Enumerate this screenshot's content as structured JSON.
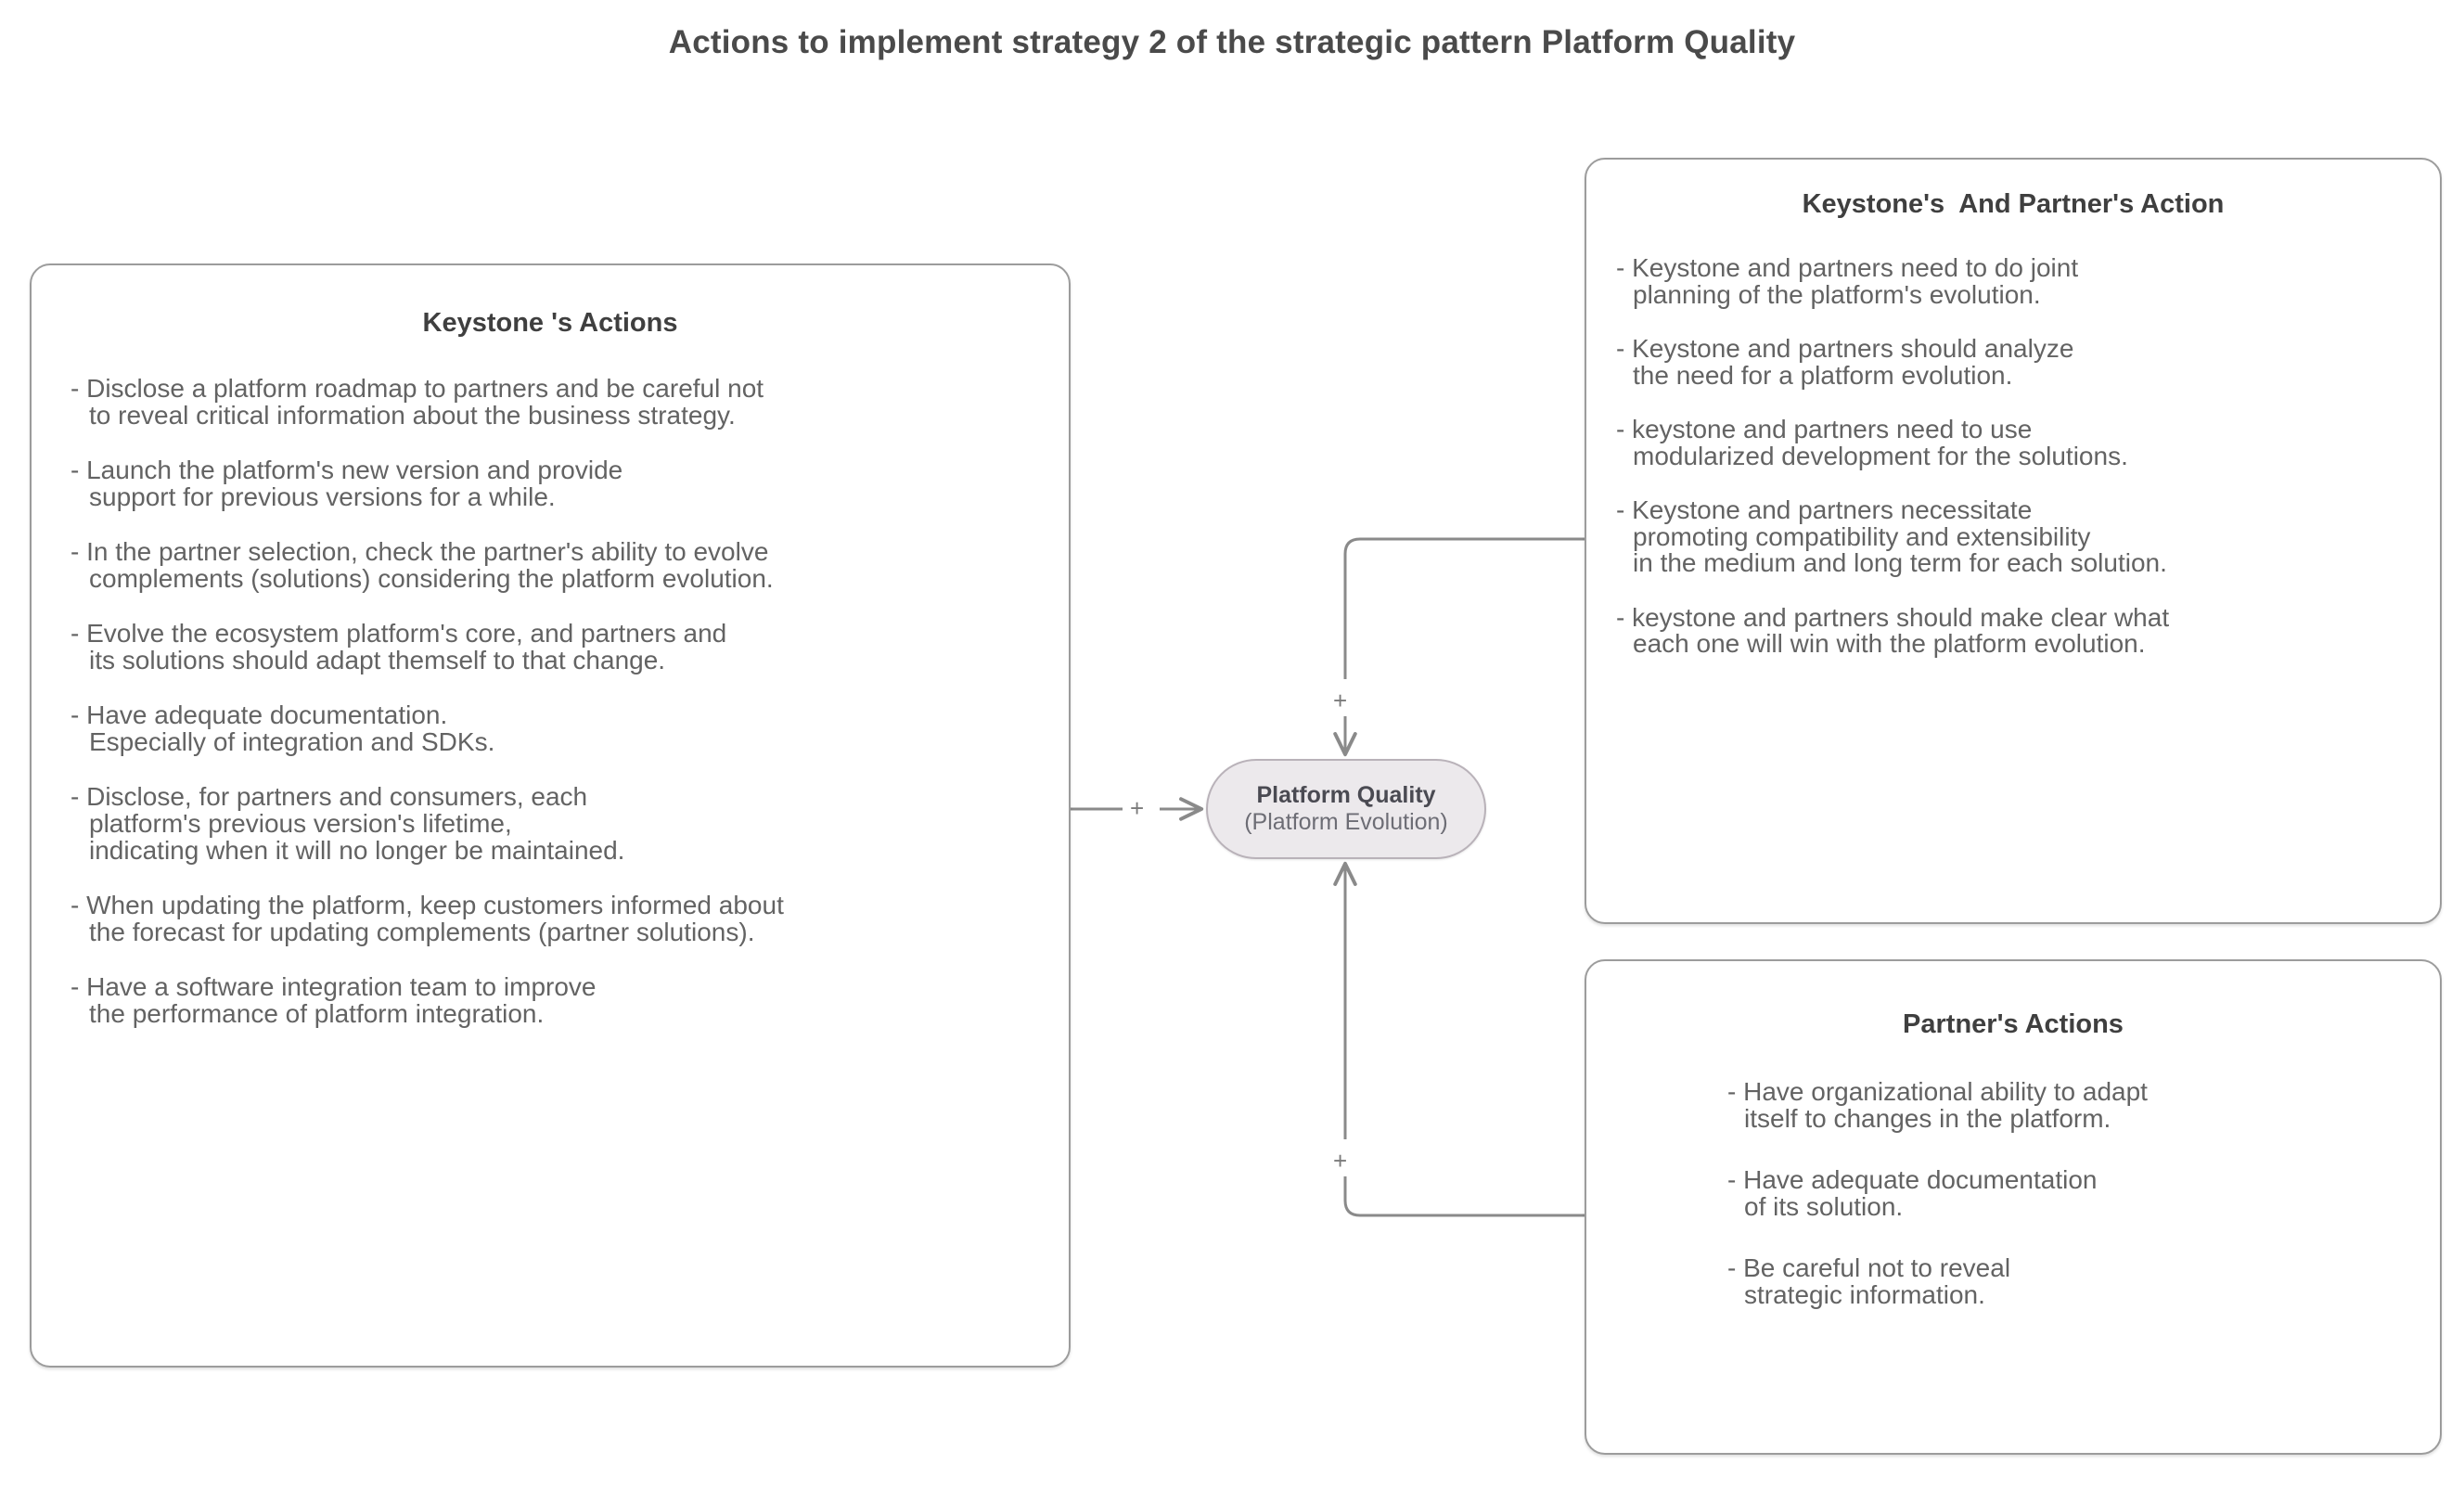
{
  "title": "Actions to implement strategy 2 of the strategic pattern Platform Quality",
  "center_node": {
    "name": "platform-quality-node",
    "primary": "Platform Quality",
    "secondary": "(Platform Evolution)",
    "fill": "#ece9ec",
    "stroke": "#b9b2b9"
  },
  "boxes": {
    "keystone_actions": {
      "title": "Keystone 's Actions",
      "items": [
        "- Disclose a platform roadmap to partners and be careful not\n   to  reveal critical information about the business strategy.",
        "- Launch the platform's new version and provide\n   support for previous versions for a while.",
        "- In the partner selection, check the partner's ability to evolve\n  complements (solutions) considering the platform evolution.",
        "- Evolve the ecosystem platform's core, and partners and\n   its solutions should adapt themself to that change.",
        "- Have adequate documentation.\n  Especially of integration and SDKs.",
        "- Disclose, for partners and consumers, each\n  platform's previous version's lifetime,\n  indicating when it will no longer be maintained.",
        "- When updating the platform, keep customers informed about\n   the forecast for updating complements (partner solutions).",
        "- Have a software integration team to improve\n  the performance of platform integration."
      ]
    },
    "keystone_partner_action": {
      "title": "Keystone's  And Partner's Action",
      "items": [
        "- Keystone and partners need to do joint\n  planning of the platform's evolution.",
        "- Keystone and partners should analyze\n   the need for a platform evolution.",
        "- keystone and partners need to use\n  modularized development for the solutions.",
        "- Keystone and partners necessitate\n  promoting compatibility and extensibility\n  in the medium and long term for each solution.",
        "- keystone and partners should make clear what\n   each one will win with the platform evolution."
      ]
    },
    "partner_actions": {
      "title": "Partner's Actions",
      "items": [
        "- Have organizational ability to adapt\n   itself  to changes in the platform.",
        "- Have adequate documentation\n   of its solution.",
        "- Be careful not to reveal\n   strategic information."
      ]
    }
  },
  "connectors": {
    "left_to_center_label": "+",
    "top_right_to_center_label": "+",
    "bottom_right_to_center_label": "+",
    "stroke": "#8a8a8a"
  }
}
